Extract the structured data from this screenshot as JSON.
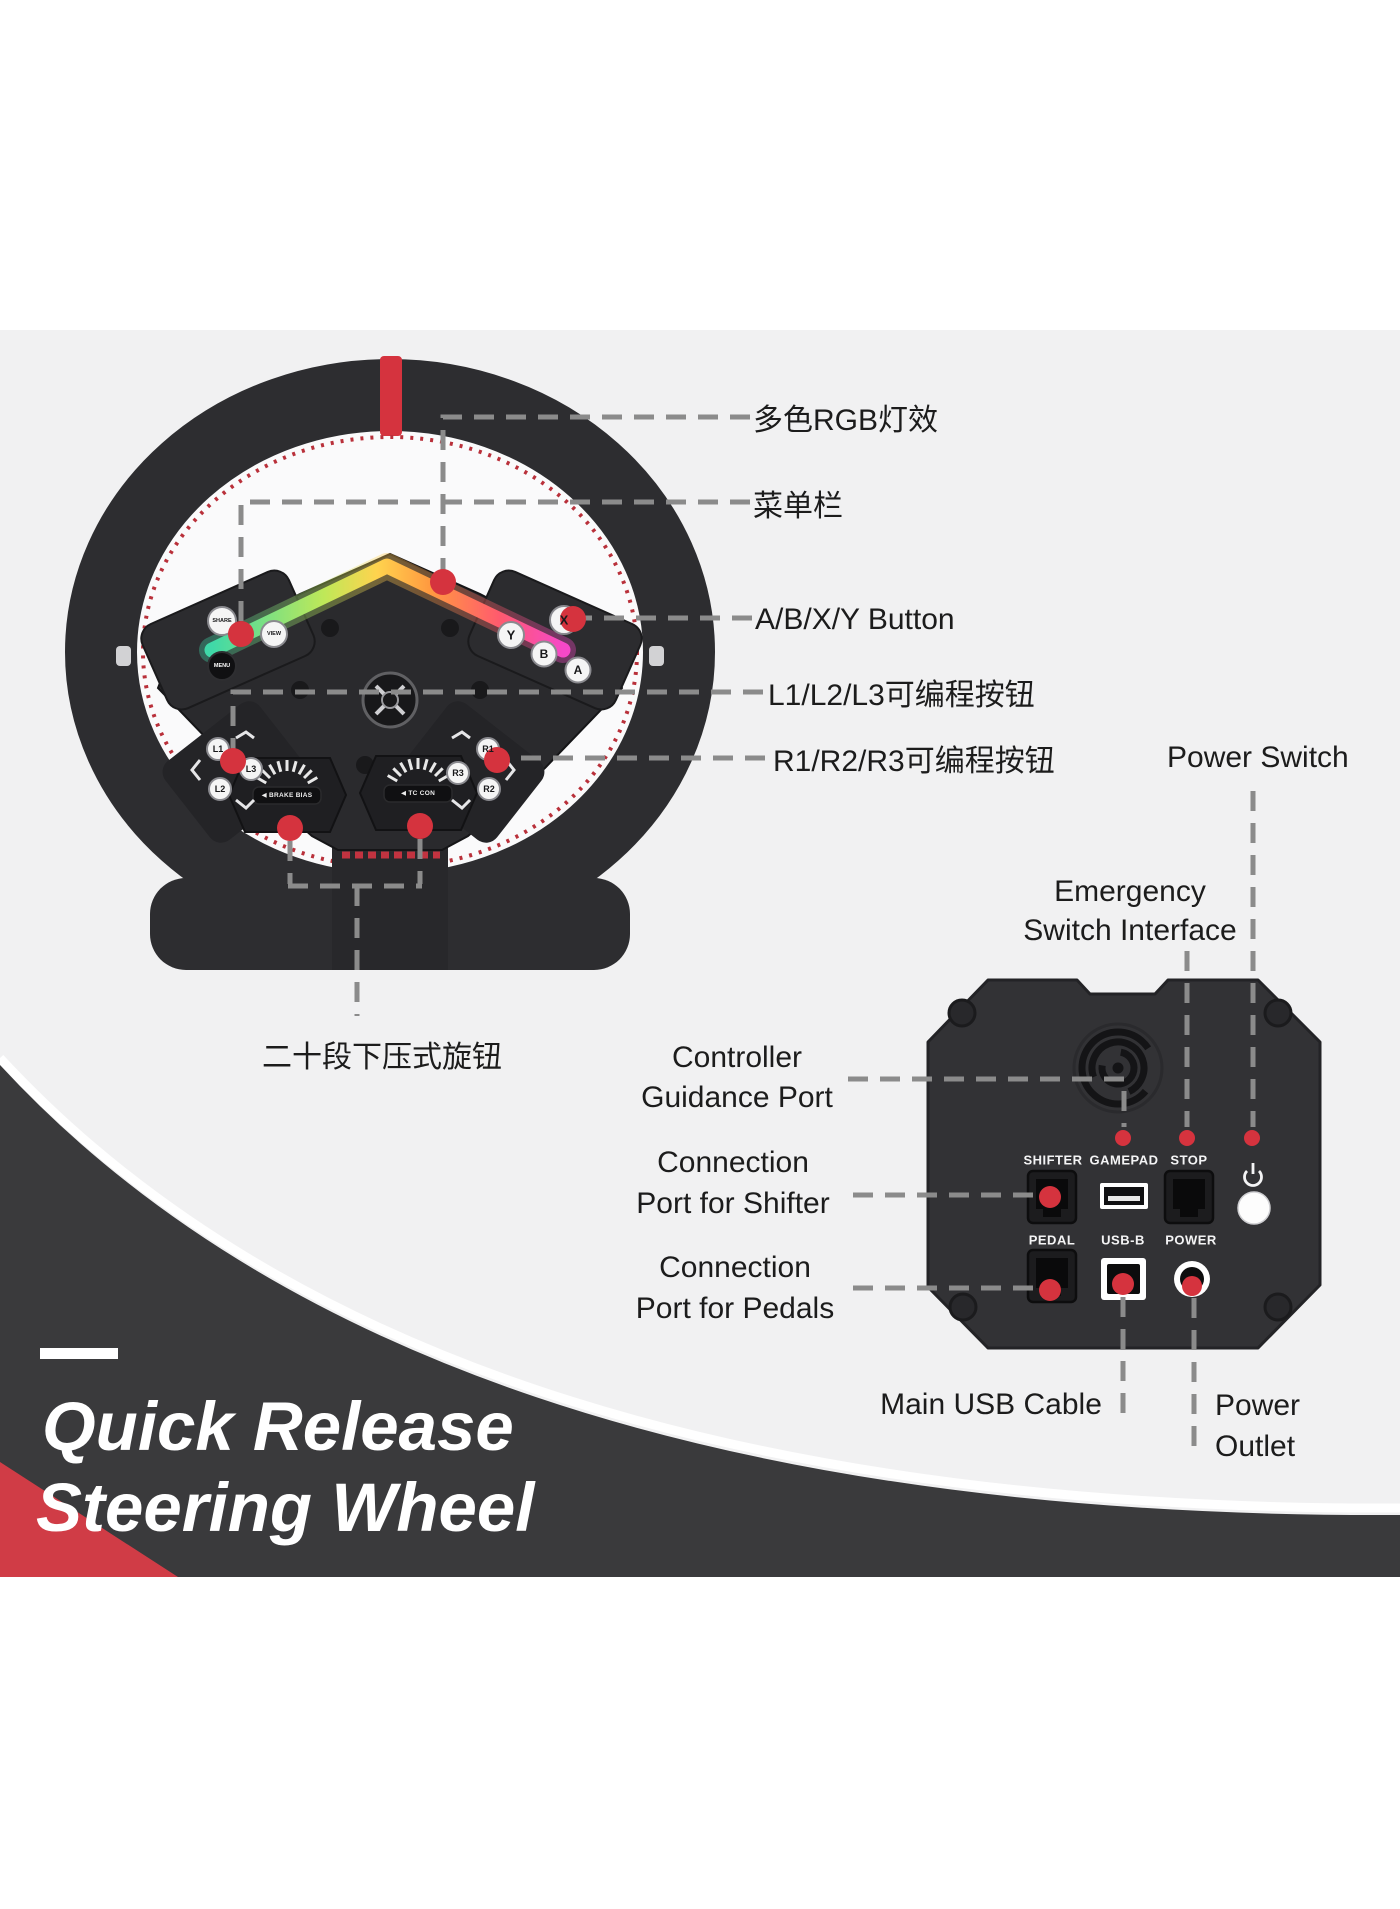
{
  "colors": {
    "accent_red": "#d5333e",
    "panel_gray": "#f1f1f2",
    "banner_dark": "#3a3a3c",
    "dash_gray": "#8b8b8b",
    "wheel_dark": "#2d2d30"
  },
  "callouts": {
    "rgb": "多色RGB灯效",
    "menu_bar": "菜单栏",
    "abxy": "A/B/X/Y Button",
    "l_programmable": "L1/L2/L3可编程按钮",
    "r_programmable": "R1/R2/R3可编程按钮",
    "knob": "二十段下压式旋钮",
    "power_switch": "Power Switch",
    "emergency_line1": "Emergency",
    "emergency_line2": "Switch Interface",
    "controller_line1": "Controller",
    "controller_line2": "Guidance Port",
    "shifter_line1": "Connection",
    "shifter_line2": "Port for Shifter",
    "pedals_line1": "Connection",
    "pedals_line2": "Port for Pedals",
    "main_usb": "Main USB Cable",
    "power_outlet_line1": "Power",
    "power_outlet_line2": "Outlet"
  },
  "wheel": {
    "buttons": {
      "share": "SHARE",
      "view": "VIEW",
      "menu": "MENU",
      "x": "X",
      "y": "Y",
      "b": "B",
      "a": "A",
      "l1": "L1",
      "l2": "L2",
      "l3": "L3",
      "r1": "R1",
      "r2": "R2",
      "r3": "R3"
    },
    "knob_left": "◀ BRAKE BIAS",
    "knob_right": "◀ TC CON"
  },
  "base_unit": {
    "shifter": "SHIFTER",
    "gamepad": "GAMEPAD",
    "stop": "STOP",
    "pedal": "PEDAL",
    "usb_b": "USB-B",
    "power": "POWER"
  },
  "banner": {
    "line1": "Quick Release",
    "line2": "Steering Wheel"
  }
}
